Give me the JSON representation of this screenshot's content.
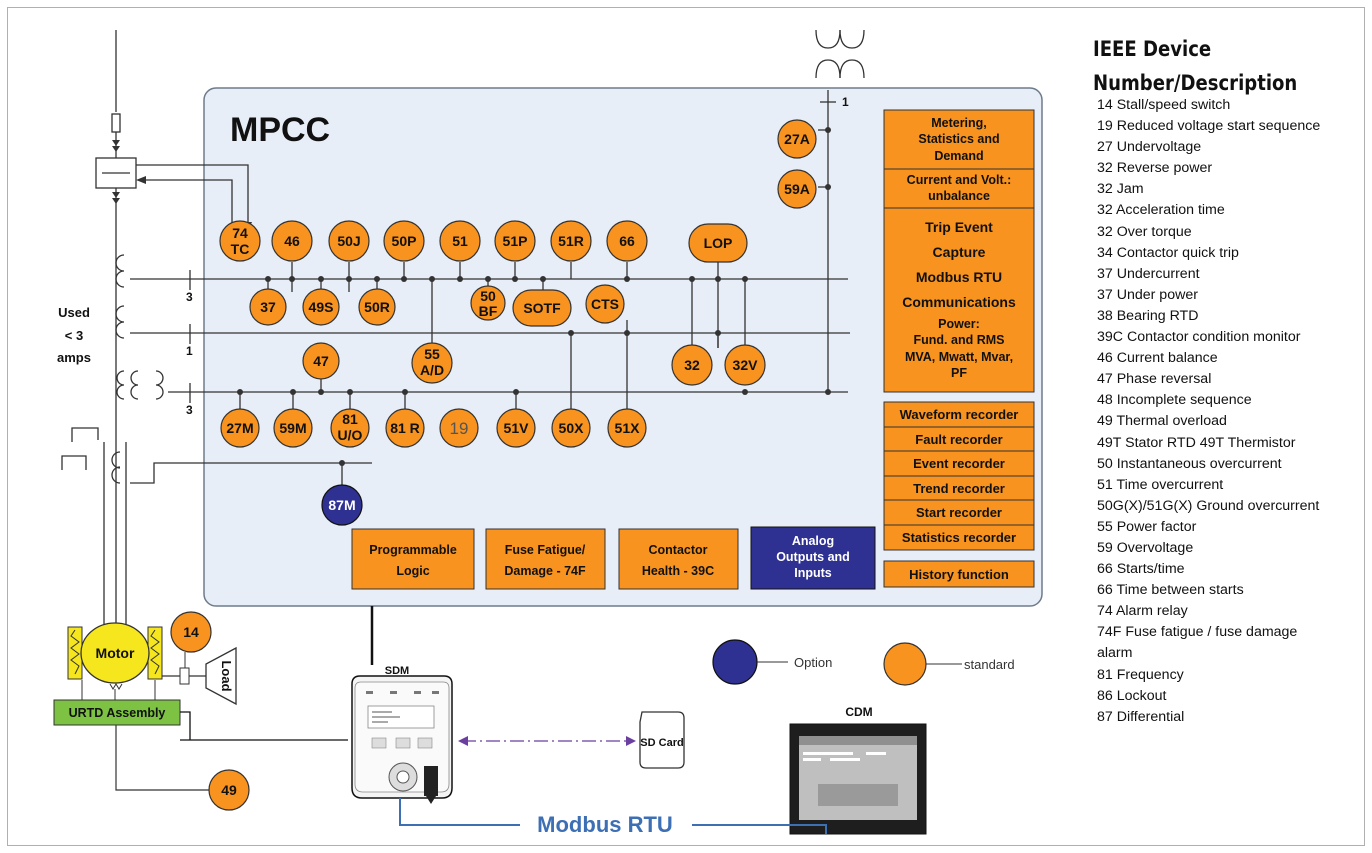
{
  "diagram": {
    "title": "MPCC",
    "used_label": [
      "Used",
      "< 3",
      "amps"
    ],
    "ct_labels": [
      "3",
      "1",
      "3"
    ],
    "pt_label": "1",
    "top_relays": [
      "74\nTC",
      "46",
      "50J",
      "50P",
      "51",
      "51P",
      "51R",
      "66",
      "LOP"
    ],
    "row2_relays": [
      "37",
      "49S",
      "50R",
      "50\nBF",
      "SOTF",
      "CTS"
    ],
    "side_relays": [
      "27A",
      "59A"
    ],
    "mid_relays": [
      "47",
      "55\nA/D",
      "32",
      "32V"
    ],
    "bottom_relays": [
      "27M",
      "59M",
      "81\nU/O",
      "81 R",
      "19",
      "51V",
      "50X",
      "51X"
    ],
    "option_relay": "87M",
    "right_panel": {
      "block1": [
        "Metering,",
        "Statistics and",
        "Demand"
      ],
      "block2": [
        "Current and Volt.:",
        "unbalance"
      ],
      "block3": [
        "Trip Event",
        "Capture",
        "Modbus RTU",
        "Communications"
      ],
      "block4": [
        "Power:",
        "Fund. and RMS",
        "MVA, Mwatt, Mvar,",
        "PF"
      ],
      "recorders": [
        "Waveform recorder",
        "Fault recorder",
        "Event recorder",
        "Trend recorder",
        "Start recorder",
        "Statistics recorder"
      ],
      "history": "History function"
    },
    "bottom_blocks": [
      [
        "Programmable",
        "Logic"
      ],
      [
        "Fuse Fatigue/",
        "Damage - 74F"
      ],
      [
        "Contactor",
        "Health - 39C"
      ],
      [
        "Analog",
        "Outputs and",
        "Inputs"
      ]
    ],
    "motor_label": "Motor",
    "load_label": "Load",
    "urtd_label": "URTD Assembly",
    "relay_14": "14",
    "relay_49": "49",
    "sdm_label": "SDM",
    "sd_card_label": "SD Card",
    "cdm_label": "CDM",
    "modbus_label": "Modbus RTU",
    "legend_option": "Option",
    "legend_standard": "standard"
  },
  "legend": {
    "title": [
      "IEEE Device",
      "Number/Description"
    ],
    "items": [
      "14 Stall/speed switch",
      "19 Reduced voltage start sequence",
      "27 Undervoltage",
      "32 Reverse power",
      "32 Jam",
      "32 Acceleration time",
      "32 Over torque",
      "34 Contactor quick trip",
      "37 Undercurrent",
      "37 Under power",
      "38 Bearing RTD",
      "39C Contactor condition monitor",
      "46 Current balance",
      "47 Phase reversal",
      "48 Incomplete sequence",
      "49 Thermal overload",
      "49T Stator RTD 49T Thermistor",
      "50 Instantaneous overcurrent",
      "51 Time overcurrent",
      "50G(X)/51G(X) Ground overcurrent",
      "55 Power factor",
      "59 Overvoltage",
      "66 Starts/time",
      "66 Time between starts",
      "74 Alarm relay",
      "74F Fuse fatigue / fuse damage",
      "alarm",
      "81 Frequency",
      "86 Lockout",
      "87 Differential"
    ]
  },
  "colors": {
    "orange": "#f7931e",
    "navy": "#2e3192",
    "panel": "#e8eef7",
    "urtd_green": "#7dc242",
    "motor_yellow": "#f5e61e",
    "modbus_blue": "#3d6fb4",
    "purple": "#6b3fa0"
  }
}
